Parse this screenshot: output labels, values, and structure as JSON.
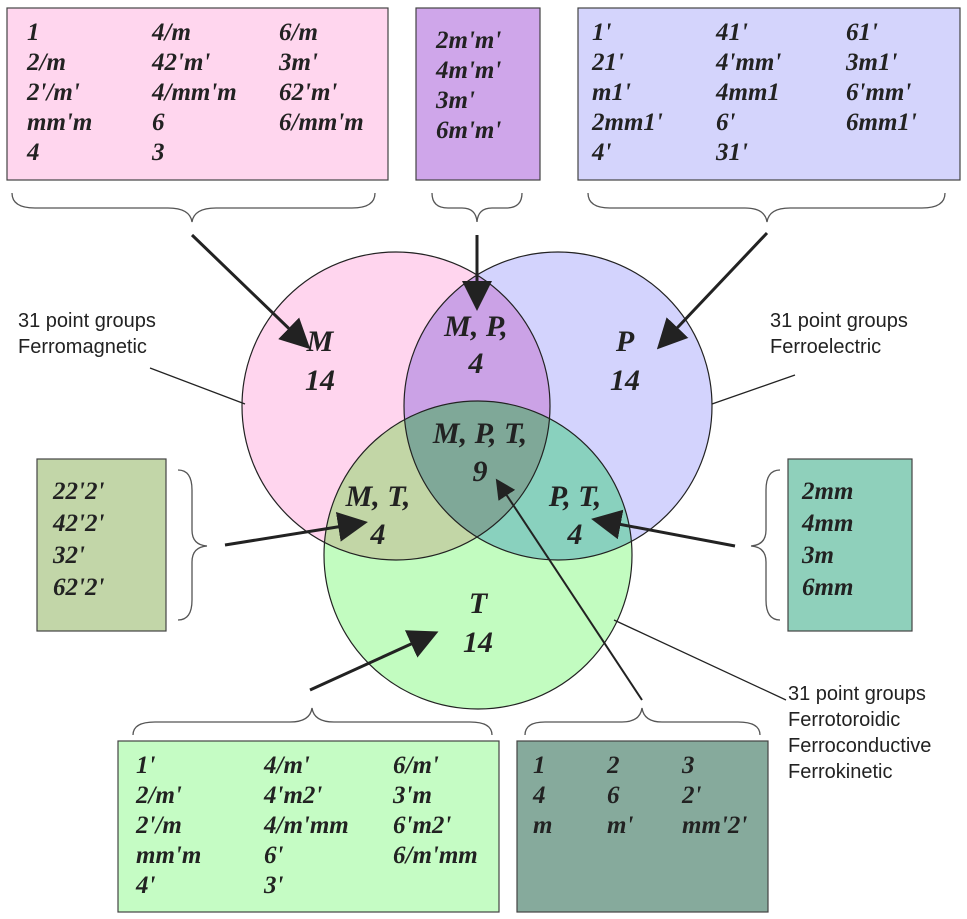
{
  "circles": {
    "M": {
      "label": "M",
      "count": "14",
      "color": "#ffd5ee"
    },
    "P": {
      "label": "P",
      "count": "14",
      "color": "#d3d3fd"
    },
    "T": {
      "label": "T",
      "count": "14",
      "color": "#c2fcc0"
    }
  },
  "regions": {
    "MP": {
      "label": "M, P,",
      "count": "4",
      "color": "#cba2e6"
    },
    "MT": {
      "label": "M, T,",
      "count": "4",
      "color": "#c2d6a6"
    },
    "PT": {
      "label": "P, T,",
      "count": "4",
      "color": "#89d1be"
    },
    "MPT": {
      "label": "M, P, T,",
      "count": "9",
      "color": "#7fa898"
    }
  },
  "side_labels": {
    "ferromagnetic": [
      "31 point groups",
      "Ferromagnetic"
    ],
    "ferroelectric": [
      "31 point groups",
      "Ferroelectric"
    ],
    "ferrotoroidic": [
      "31 point groups",
      "Ferrotoroidic",
      "Ferroconductive",
      "Ferrokinetic"
    ]
  },
  "boxes": {
    "M_only": {
      "color": "#ffd6ee",
      "groups": [
        "1",
        "4/m",
        "6/m",
        "2/m",
        "42'm'",
        "3m'",
        "2'/m'",
        "4/mm'm",
        "62'm'",
        "mm'm",
        "6",
        "6/mm'm",
        "4",
        "3"
      ]
    },
    "MP": {
      "color": "#cfa6ea",
      "groups": [
        "2m'm'",
        "4m'm'",
        "3m'",
        "6m'm'"
      ]
    },
    "P_only": {
      "color": "#d4d4fc",
      "groups": [
        "1'",
        "41'",
        "61'",
        "21'",
        "4'mm'",
        "3m1'",
        "m1'",
        "4mm1",
        "6'mm'",
        "2mm1'",
        "6'",
        "6mm1'",
        "4'",
        "31'"
      ]
    },
    "MT": {
      "color": "#c2d6a8",
      "groups": [
        "22'2'",
        "42'2'",
        "32'",
        "62'2'"
      ]
    },
    "PT": {
      "color": "#8fd0bb",
      "groups": [
        "2mm",
        "4mm",
        "3m",
        "6mm"
      ]
    },
    "T_only": {
      "color": "#c5fcc4",
      "groups": [
        "1'",
        "4/m'",
        "6/m'",
        "2/m'",
        "4'm2'",
        "3'm",
        "2'/m",
        "4/m'mm",
        "6'm2'",
        "mm'm",
        "6'",
        "6/m'mm",
        "4'",
        "3'"
      ]
    },
    "MPT": {
      "color": "#86aa9c",
      "groups": [
        "1",
        "2",
        "3",
        "4",
        "6",
        "2'",
        "m",
        "m'",
        "mm'2'"
      ]
    }
  }
}
